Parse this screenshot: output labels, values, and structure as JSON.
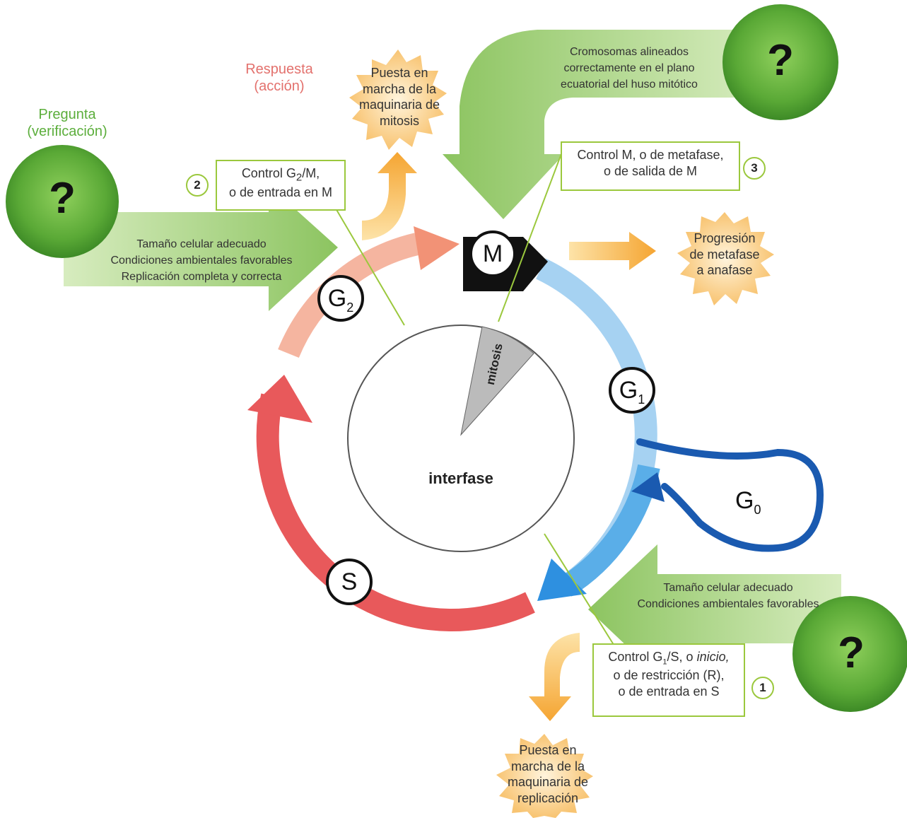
{
  "labels": {
    "question": "Pregunta\n(verificación)",
    "response": "Respuesta\n(acción)",
    "interphase": "interfase",
    "mitosis": "mitosis"
  },
  "question_mark": "?",
  "phases": {
    "M": "M",
    "G1": "G",
    "G1_sub": "1",
    "G2": "G",
    "G2_sub": "2",
    "S": "S",
    "G0": "G",
    "G0_sub": "0"
  },
  "conditions": {
    "g2m": [
      "Tamaño celular adecuado",
      "Condiciones ambientales favorables",
      "Replicación completa y correcta"
    ],
    "metaphase": [
      "Cromosomas alineados",
      "correctamente en el plano",
      "ecuatorial del huso mitótico"
    ],
    "g1s": [
      "Tamaño celular adecuado",
      "Condiciones ambientales favorables"
    ]
  },
  "checkpoints": {
    "cp1": {
      "num": "1",
      "line1": "Control G",
      "sub": "1",
      "line1b": "/S, o ",
      "italic": "inicio,",
      "line2": "o de restricción (R),",
      "line3": "o de entrada en S"
    },
    "cp2": {
      "num": "2",
      "line1": "Control G",
      "sub": "2",
      "line1b": "/M,",
      "line2": "o de entrada en M"
    },
    "cp3": {
      "num": "3",
      "line1": "Control M, o de metafase,",
      "line2": "o de salida de M"
    }
  },
  "responses": {
    "mitosis_machinery": "Puesta en\nmarcha de la\nmaquinaria de\nmitosis",
    "metaphase_anaphase": "Progresión\nde metafase\na anafase",
    "replication_machinery": "Puesta en\nmarcha de la\nmaquinaria de\nreplicación"
  },
  "colors": {
    "green_arrow": "#a9d37e",
    "green_circle": "#6bb544",
    "box_border": "#9bc83d",
    "orange": "#f5a532",
    "burst": "#fbd79a",
    "blue": "#5aaee8",
    "dark_blue": "#1a5ab0",
    "red": "#e8595b",
    "salmon": "#f3a08a"
  }
}
